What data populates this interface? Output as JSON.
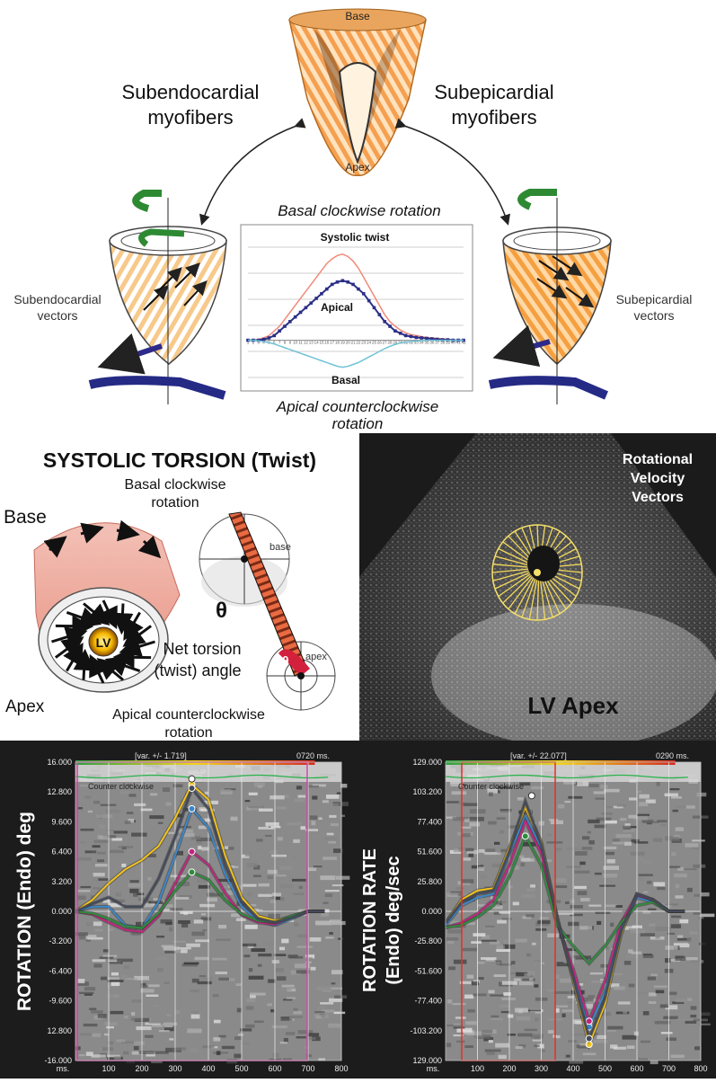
{
  "top": {
    "heart_base": "Base",
    "heart_apex": "Apex",
    "subendo_fibers": [
      "Subendocardial",
      "myofibers"
    ],
    "subepi_fibers": [
      "Subepicardial",
      "myofibers"
    ],
    "subendo_vectors": [
      "Subendocardial",
      "vectors"
    ],
    "subepi_vectors": [
      "Subepicardial",
      "vectors"
    ],
    "basal_rotation": "Basal clockwise rotation",
    "apical_rotation": [
      "Apical counterclockwise",
      "rotation"
    ],
    "chart_labels": {
      "systolic_twist": "Systolic twist",
      "apical": "Apical",
      "basal": "Basal"
    }
  },
  "torsion": {
    "title": "SYSTOLIC TORSION (Twist)",
    "base": "Base",
    "apex": "Apex",
    "lv": "LV",
    "basal_rot": [
      "Basal clockwise",
      "rotation"
    ],
    "theta": "θ",
    "net_torsion": [
      "Net torsion",
      "(twist) angle"
    ],
    "apical_rot": [
      "Apical counterclockwise",
      "rotation"
    ],
    "small_base": "base",
    "small_apex": "apex"
  },
  "echo": {
    "title": [
      "Rotational",
      "Velocity",
      "Vectors"
    ],
    "label": "LV Apex"
  },
  "plot_left": {
    "ylabel": "ROTATION (Endo) deg",
    "var": "[var. +/- 1.719]",
    "time": "0720 ms.",
    "annot": "Counter clockwise",
    "yticks": [
      "16.000",
      "12.800",
      "9.600",
      "6.400",
      "3.200",
      "0.000",
      "-3.200",
      "-6.400",
      "-9.600",
      "12.800",
      "-16.000"
    ],
    "xticks": [
      "ms.",
      "100",
      "200",
      "300",
      "400",
      "500",
      "600",
      "700",
      "800"
    ]
  },
  "plot_right": {
    "ylabel": [
      "ROTATION RATE",
      "(Endo) deg/sec"
    ],
    "var": "[var. +/- 22.077]",
    "time": "0290 ms.",
    "annot": "Counter clockwise",
    "yticks": [
      "129.000",
      "103.200",
      "77.400",
      "51.600",
      "25.800",
      "0.000",
      "-25.800",
      "-51.600",
      "-77.400",
      "-103.200",
      "129.000"
    ],
    "xticks": [
      "ms.",
      "100",
      "200",
      "300",
      "400",
      "500",
      "600",
      "700",
      "800"
    ]
  },
  "chart_data": [
    {
      "type": "line",
      "title": "",
      "x": [
        1,
        2,
        3,
        4,
        5,
        6,
        7,
        8,
        9,
        10,
        11,
        12,
        13,
        14,
        15,
        16,
        17,
        18,
        19,
        20,
        21,
        22,
        23,
        24,
        25,
        26,
        27,
        28,
        29,
        30,
        31,
        32,
        33,
        34,
        35,
        36,
        37,
        38,
        39,
        40,
        41,
        42
      ],
      "series": [
        {
          "name": "Systolic twist",
          "values": [
            0,
            0,
            0.2,
            0.5,
            1,
            2,
            3,
            4.5,
            6,
            7.5,
            9,
            10.5,
            12,
            13.5,
            15,
            16.5,
            17.5,
            18.2,
            18.5,
            18,
            17,
            15.5,
            13.5,
            11.5,
            9.5,
            7.5,
            5.5,
            4,
            3,
            2.2,
            1.6,
            1.2,
            1,
            0.8,
            0.6,
            0.5,
            0.4,
            0.3,
            0.2,
            0.1,
            0,
            0
          ]
        },
        {
          "name": "Apical",
          "values": [
            0,
            0,
            0,
            0.2,
            0.5,
            1,
            2,
            3,
            4,
            5,
            6,
            7,
            8,
            9,
            10,
            11,
            12,
            12.5,
            12.8,
            12.5,
            12,
            11,
            10,
            8.5,
            7,
            5.5,
            4,
            3,
            2,
            1.5,
            1,
            0.8,
            0.6,
            0.5,
            0.4,
            0.3,
            0.2,
            0.1,
            0.1,
            0,
            0,
            0
          ]
        },
        {
          "name": "Basal",
          "values": [
            0,
            0,
            -0.1,
            -0.3,
            -0.5,
            -0.8,
            -1.2,
            -1.6,
            -2,
            -2.4,
            -2.8,
            -3.2,
            -3.6,
            -4,
            -4.4,
            -4.8,
            -5.2,
            -5.6,
            -5.8,
            -5.6,
            -5.2,
            -4.8,
            -4.2,
            -3.6,
            -3,
            -2.4,
            -1.8,
            -1.3,
            -0.9,
            -0.6,
            -0.4,
            -0.3,
            -0.2,
            -0.1,
            0,
            0,
            0,
            0,
            0,
            0,
            0,
            0
          ]
        }
      ]
    },
    {
      "type": "line",
      "xlabel": "ms.",
      "ylabel": "ROTATION (Endo) deg",
      "ylim": [
        -16,
        16
      ],
      "x": [
        0,
        50,
        100,
        150,
        200,
        250,
        300,
        350,
        400,
        450,
        500,
        550,
        600,
        650,
        700,
        750
      ],
      "series": [
        {
          "name": "",
          "color": "#f2c21b",
          "values": [
            0,
            1.2,
            3,
            4.5,
            5.5,
            7,
            10,
            13.6,
            12,
            6,
            1.5,
            -0.5,
            -1,
            -0.6,
            0,
            0
          ]
        },
        {
          "name": "",
          "color": "#3a86c8",
          "values": [
            0,
            0.5,
            0.5,
            -1.5,
            -1.8,
            1,
            6,
            11,
            9,
            4,
            0.5,
            -1,
            -1.5,
            -0.8,
            0,
            0
          ]
        },
        {
          "name": "",
          "color": "#c0267e",
          "values": [
            0,
            -0.3,
            -1.2,
            -2,
            -2.2,
            -0.5,
            3,
            6.4,
            5,
            2,
            -0.4,
            -1.2,
            -1.4,
            -0.6,
            0,
            0
          ]
        },
        {
          "name": "",
          "color": "#2f8c3c",
          "values": [
            0,
            -0.2,
            -0.8,
            -1.6,
            -1.8,
            -0.2,
            2.2,
            4.2,
            3.4,
            1.2,
            -0.3,
            -1,
            -1.2,
            -0.5,
            0,
            0
          ]
        },
        {
          "name": "",
          "color": "#444a5a",
          "values": [
            0,
            0.8,
            1.5,
            0.5,
            0.5,
            3.5,
            8,
            13.2,
            11,
            5,
            1,
            -0.8,
            -1.2,
            -0.7,
            0,
            0
          ]
        }
      ]
    },
    {
      "type": "line",
      "xlabel": "ms.",
      "ylabel": "ROTATION RATE (Endo) deg/sec",
      "ylim": [
        -129,
        129
      ],
      "x": [
        0,
        50,
        100,
        150,
        200,
        250,
        300,
        350,
        400,
        450,
        500,
        550,
        600,
        650,
        700,
        750
      ],
      "series": [
        {
          "name": "",
          "color": "#f2c21b",
          "values": [
            -10,
            10,
            18,
            20,
            55,
            90,
            60,
            -5,
            -60,
            -115,
            -80,
            -20,
            15,
            10,
            0,
            0
          ]
        },
        {
          "name": "",
          "color": "#3a86c8",
          "values": [
            -12,
            5,
            12,
            15,
            50,
            82,
            55,
            -8,
            -55,
            -100,
            -70,
            -15,
            12,
            8,
            0,
            0
          ]
        },
        {
          "name": "",
          "color": "#c0267e",
          "values": [
            -14,
            -10,
            -2,
            10,
            40,
            78,
            50,
            -10,
            -50,
            -95,
            -60,
            -10,
            14,
            10,
            0,
            0
          ]
        },
        {
          "name": "",
          "color": "#2f8c3c",
          "values": [
            -14,
            -12,
            -5,
            5,
            30,
            65,
            40,
            -12,
            -30,
            -45,
            -30,
            -10,
            5,
            8,
            0,
            0
          ]
        },
        {
          "name": "",
          "color": "#444a5a",
          "values": [
            -10,
            8,
            15,
            18,
            52,
            95,
            58,
            -6,
            -58,
            -110,
            -75,
            -18,
            15,
            10,
            0,
            0
          ]
        }
      ]
    }
  ]
}
